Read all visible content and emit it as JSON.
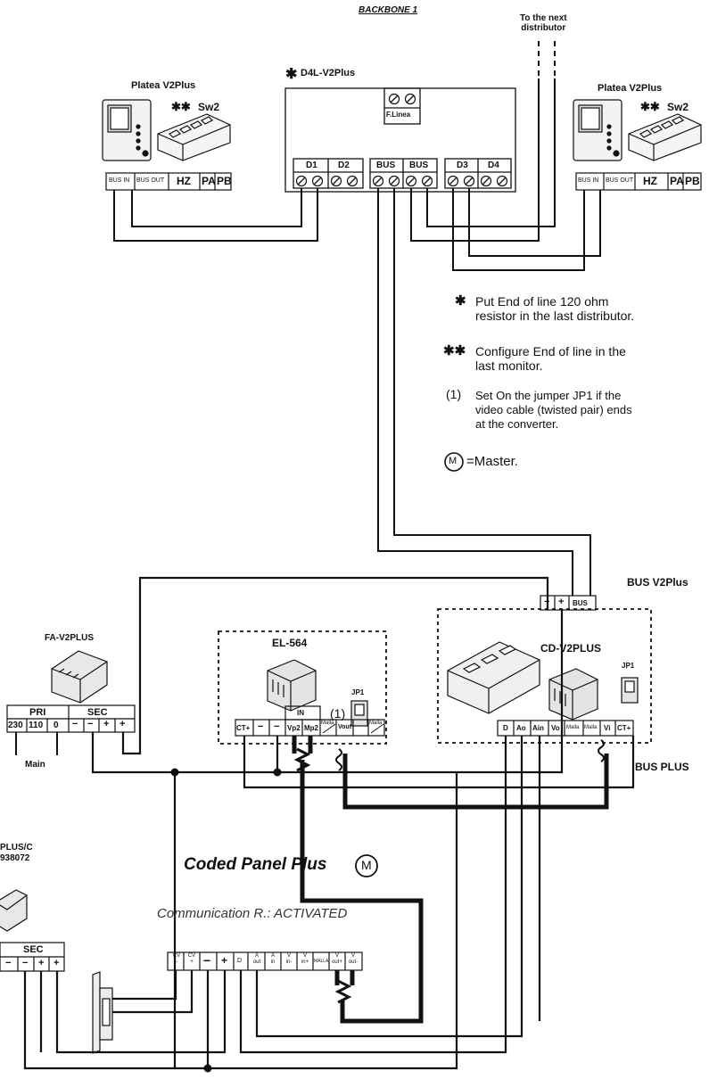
{
  "header": {
    "backbone": "BACKBONE 1",
    "next_distributor": "To the next\ndistributor"
  },
  "distributor": {
    "title": "D4L-V2Plus",
    "flinea": "F.Linea",
    "terminals": [
      "D1",
      "D2",
      "BUS",
      "BUS",
      "D3",
      "D4"
    ]
  },
  "monitor_left": {
    "title": "Platea V2Plus",
    "sw": "Sw2",
    "terminals": [
      "BUS IN",
      "BUS OUT",
      "HZ",
      "PA",
      "PB"
    ]
  },
  "monitor_right": {
    "title": "Platea V2Plus",
    "sw": "Sw2",
    "terminals": [
      "BUS IN",
      "BUS OUT",
      "HZ",
      "PA",
      "PB"
    ]
  },
  "notes": {
    "n1": "Put End of line 120 ohm\nresistor in the last distributor.",
    "n2": "Configure End of line in the\nlast monitor.",
    "n3_mark": "(1)",
    "n3": "Set On the jumper JP1 if the\nvideo cable (twisted pair) ends\nat the converter.",
    "master_symbol": "M",
    "master": "=Master."
  },
  "bus_v2plus": "BUS V2Plus",
  "bus_plus": "BUS PLUS",
  "power_supply": {
    "title": "FA-V2PLUS",
    "pri": "PRI",
    "sec": "SEC",
    "terminals": [
      "230",
      "110",
      "0",
      "−",
      "−",
      "+",
      "+"
    ],
    "main": "Main"
  },
  "el564": {
    "title": "EL-564",
    "jp1": "JP1",
    "mark": "(1)",
    "in": "IN",
    "terminals": [
      "CT+",
      "−",
      "−",
      "Vp2",
      "Mp2",
      "Malla",
      "Vout",
      "Malla"
    ]
  },
  "cd": {
    "title": "CD-V2PLUS",
    "jp1": "JP1",
    "bus_terminals": [
      "−",
      "+",
      "BUS"
    ],
    "terminals": [
      "D",
      "Ao",
      "Ain",
      "Vo",
      "Malla",
      "Malla",
      "Vi",
      "CT+"
    ]
  },
  "supply2": {
    "title": "PLUS/C",
    "code": "938072",
    "sec": "SEC",
    "terminals": [
      "−",
      "−",
      "+",
      "+"
    ]
  },
  "panel": {
    "title": "Coded Panel Plus",
    "master_symbol": "M",
    "comm": "Communication R.: ACTIVATED",
    "terminals": [
      {
        "t": "CV",
        "b": "-"
      },
      {
        "t": "CV",
        "b": "+"
      },
      {
        "t": "−",
        "b": ""
      },
      {
        "t": "+",
        "b": ""
      },
      {
        "t": "D",
        "b": ""
      },
      {
        "t": "A",
        "b": "out"
      },
      {
        "t": "A",
        "b": "in"
      },
      {
        "t": "V",
        "b": "in-"
      },
      {
        "t": "V",
        "b": "in+"
      },
      {
        "t": "MALLA",
        "b": ""
      },
      {
        "t": "V",
        "b": "out+"
      },
      {
        "t": "V",
        "b": "out-"
      }
    ]
  }
}
